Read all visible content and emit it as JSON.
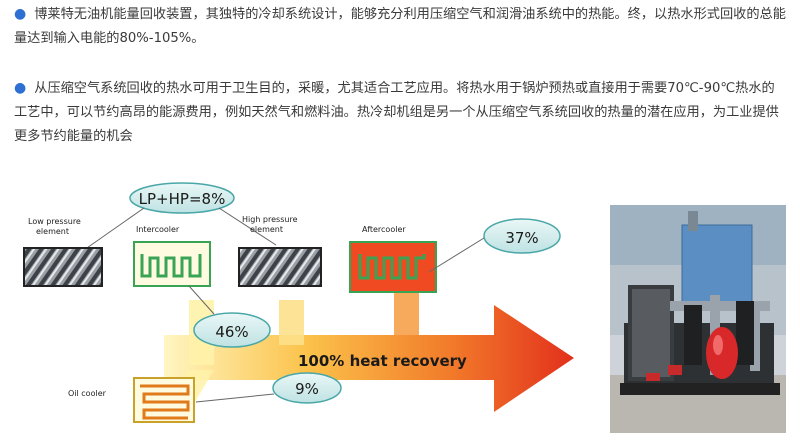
{
  "paragraphs": [
    "博莱特无油机能量回收装置，其独特的冷却系统设计，能够充分利用压缩空气和润滑油系统中的热能。终，以热水形式回收的总能量达到输入电能的80%-105%。",
    "从压缩空气系统回收的热水可用于卫生目的，采暖，尤其适合工艺应用。将热水用于锅炉预热或直接用于需要70℃-90℃热水的工艺中，可以节约高昂的能源费用，例如天然气和燃料油。热冷却机组是另一个从压缩空气系统回收的热量的潜在应用，为工业提供更多节约能量的机会"
  ],
  "diagram": {
    "lp_hp": "LP+HP=8%",
    "low_pressure_line1": "Low pressure",
    "low_pressure_line2": "element",
    "intercooler": "Intercooler",
    "high_pressure_line1": "High pressure",
    "high_pressure_line2": "element",
    "aftercooler": "Aftercooler",
    "pct_aftercooler": "37%",
    "pct_intercooler": "46%",
    "pct_oilcooler": "9%",
    "heat_recovery": "100% heat recovery",
    "oil_cooler": "Oil cooler",
    "colors": {
      "arrow_start": "#fff3b0",
      "arrow_end": "#e8321e",
      "cooler_green": "#3aa455",
      "bubble_fill": "#cfe9ea",
      "bubble_stroke": "#4aa7a8"
    }
  },
  "photo": {
    "description_icon": "heat-recovery-unit-photo"
  }
}
